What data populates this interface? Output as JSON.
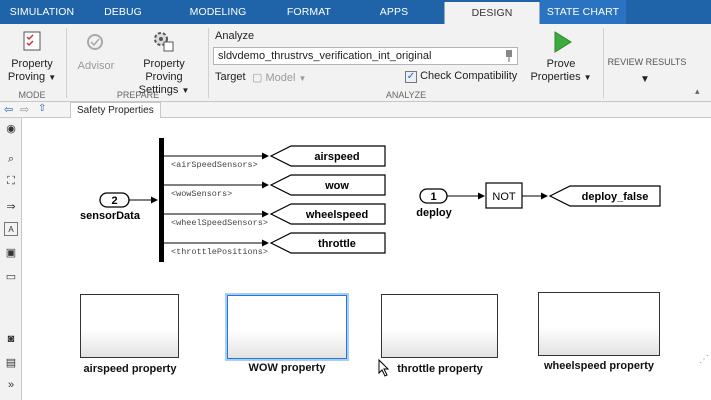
{
  "tabs": [
    {
      "label": "SIMULATION"
    },
    {
      "label": "DEBUG"
    },
    {
      "label": "MODELING"
    },
    {
      "label": "FORMAT"
    },
    {
      "label": "APPS"
    },
    {
      "label": "DESIGN VERIFIER",
      "active": true
    },
    {
      "label": "STATE CHART"
    }
  ],
  "toolstrip": {
    "property_proving": {
      "line1": "Property",
      "line2": "Proving"
    },
    "advisor": "Advisor",
    "settings": {
      "line1": "Property Proving",
      "line2": "Settings"
    },
    "analyze_title": "Analyze",
    "model_name": "sldvdemo_thrustrvs_verification_int_original",
    "target_label": "Target",
    "target_value": "Model",
    "check_compat": "Check Compatibility",
    "prove": {
      "line1": "Prove",
      "line2": "Properties"
    },
    "review_results": "REVIEW RESULTS",
    "sections": {
      "mode": "MODE",
      "prepare": "PREPARE",
      "analyze": "ANALYZE"
    }
  },
  "breadcrumb": "Safety Properties",
  "diagram": {
    "inport_sensor": {
      "number": "2",
      "name": "sensorData"
    },
    "bus_signals": [
      "<airSpeedSensors>",
      "<wowSensors>",
      "<wheelSpeedSensors>",
      "<throttlePositions>"
    ],
    "goto_tags": [
      "airspeed",
      "wow",
      "wheelspeed",
      "throttle"
    ],
    "inport_deploy": {
      "number": "1",
      "name": "deploy"
    },
    "not_block": "NOT",
    "goto_deploy": "deploy_false",
    "properties": [
      "airspeed property",
      "WOW property",
      "throttle property",
      "wheelspeed property"
    ]
  },
  "colors": {
    "tabbar": "#1f64a8",
    "selection": "#1f7ae0",
    "prove_green": "#3caa3c"
  }
}
